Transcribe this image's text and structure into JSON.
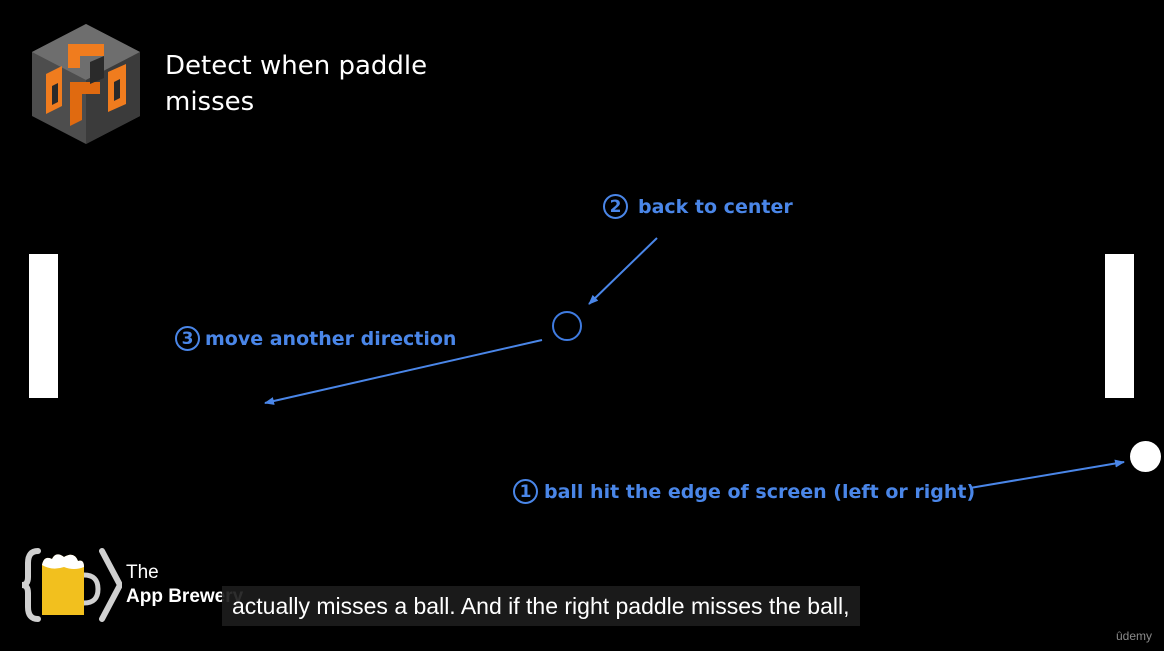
{
  "slide": {
    "title": "Detect when paddle misses"
  },
  "annotations": {
    "step1": {
      "number": "1",
      "text": "ball hit the edge of screen (left or right)"
    },
    "step2": {
      "number": "2",
      "text": "back to center"
    },
    "step3": {
      "number": "3",
      "text": "move another direction"
    }
  },
  "brand": {
    "line1": "The",
    "line2": "App Brewery"
  },
  "caption": {
    "text": "actually misses a ball. And if the right paddle misses the ball,"
  },
  "watermark": {
    "text": "ûdemy"
  },
  "colors": {
    "background": "#000000",
    "annotation_blue": "#4a86e8",
    "logo_orange": "#f07c1e",
    "logo_gray": "#5a5a5a",
    "brewery_yellow": "#f2c01e"
  },
  "icons": {
    "course_logo": "cube-logo-icon",
    "brand_logo": "app-brewery-logo-icon"
  }
}
